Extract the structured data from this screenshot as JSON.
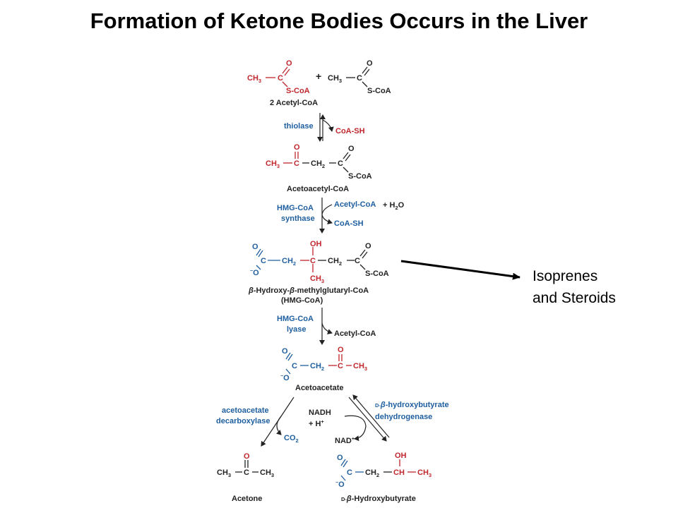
{
  "title": "Formation of Ketone Bodies Occurs in the Liver",
  "side_note": {
    "line1": "Isoprenes",
    "line2": "and Steroids"
  },
  "reagents": {
    "acetyl_coa_count": "2 Acetyl-CoA",
    "acetoacetyl_coa": "Acetoacetyl-CoA",
    "hmg_coa_name": "-Hydroxy-",
    "hmg_coa_name_2": "-methylglutaryl-CoA",
    "hmg_coa_abbrev": "(HMG-CoA)",
    "acetoacetate": "Acetoacetate",
    "acetone": "Acetone",
    "hydroxybutyrate": "-Hydroxybutyrate"
  },
  "enzymes": {
    "thiolase": "thiolase",
    "hmg_synthase_1": "HMG-CoA",
    "hmg_synthase_2": "synthase",
    "hmg_lyase_1": "HMG-CoA",
    "hmg_lyase_2": "lyase",
    "decarboxylase_1": "acetoacetate",
    "decarboxylase_2": "decarboxylase",
    "dehydrogenase_1": "-hydroxybutyrate",
    "dehydrogenase_2": "dehydrogenase"
  },
  "side_products": {
    "coa_sh_1": "CoA-SH",
    "acetyl_coa_in": "Acetyl-CoA",
    "water": "+ H",
    "coa_sh_2": "CoA-SH",
    "acetyl_coa_out": "Acetyl-CoA",
    "co2": "CO",
    "nadh": "NADH",
    "h_plus": "+ H",
    "nad": "NAD"
  },
  "symbols": {
    "beta": "β",
    "d_prefix": "D-",
    "plus": "+",
    "ch3": "CH",
    "ch2": "CH",
    "ch": "CH",
    "c": "C",
    "o": "O",
    "oh": "OH",
    "s_coa": "S-CoA",
    "sub3": "3",
    "sub2": "2",
    "sup_plus": "+",
    "sup_minus": "−"
  },
  "colors": {
    "highlight": "#c0272d",
    "enzyme": "#1f5fa0",
    "text": "#222222"
  }
}
